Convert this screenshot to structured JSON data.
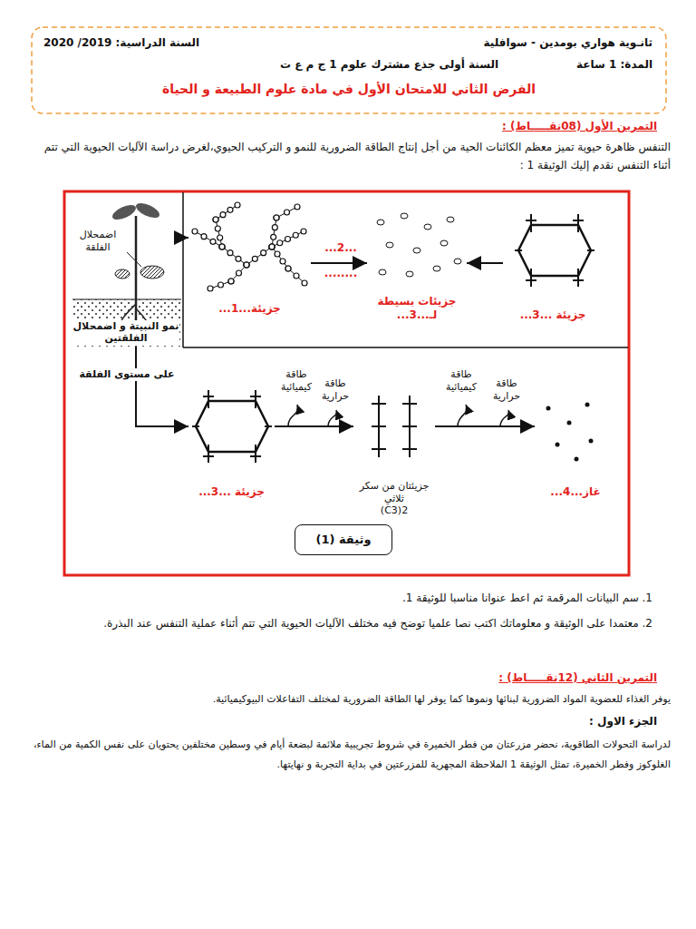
{
  "diagram": {
    "title": "الفرض الثاني للامتحان الأول في مادة علوم الطبيعة و الحياة",
    "nodes": [
      {
        "text": [
          "اضمحلال الفلقة",
          "نمو النبيتة و اضمحلال الفلقتين"
        ]
      },
      {
        "text": [
          "جزيئة...1..."
        ]
      },
      {
        "text": [
          "جزيئات بسيطة لـ...3..."
        ]
      },
      {
        "text": [
          "جزيئة ...3..."
        ]
      },
      {
        "text": [
          "جزيئة ...3..."
        ]
      },
      {
        "text": [
          "جزيئتان من سكر ثلاثي",
          "2(C3)"
        ]
      },
      {
        "text": [
          "غاز...4..."
        ]
      },
      {
        "text": [
          "وثيقة (1)"
        ]
      }
    ],
    "edges": [
      {
        "from": 0,
        "to": 1,
        "arrow": "to"
      },
      {
        "from": 1,
        "to": 2,
        "label": "...2...",
        "arrow": "to"
      },
      {
        "from": 3,
        "to": 2,
        "arrow": "to"
      },
      {
        "from": 0,
        "to": 4,
        "label": "على مستوى الفلقة",
        "arrow": "to"
      },
      {
        "from": 4,
        "to": 5,
        "arrow": "to"
      },
      {
        "from": 5,
        "to": 6,
        "arrow": "to"
      }
    ],
    "labels": [
      "ثانـوية هواري بومدين - سوافلية",
      "السنة الدراسية: 2019/ 2020",
      "المدة: 1 ساعة",
      "السنة أولى جذع مشترك علوم 1 ج م ع ت",
      "التمرين الأول (08نقـــــاط) :",
      "التنفس ظاهرة حيوية تميز معظم الكائنات الحية من أجل إنتاج الطاقة الضرورية للنمو و التركيب الحيوي،لغرض دراسة الآليات الحيوية التي تتم أثناء التنفس نقدم إليك الوثيقة 1 :",
      "........",
      "طاقة كيميائية",
      "طاقة حرارية",
      "طاقة كيميائية",
      "طاقة حرارية",
      "1. سم البيانات المرقمة ثم اعط عنوانا مناسبا للوثيقة 1.",
      "2. معتمدا على الوثيقة و معلوماتك اكتب نصا علميا توضح فيه مختلف الآليات الحيوية التي تتم أثناء عملية التنفس عند البذرة.",
      "التمرين الثاني (12نقـــــاط) :",
      "يوفر الغذاء للعضوية المواد الضرورية لبنائها ونموها كما يوفر لها الطاقة الضرورية لمختلف التفاعلات البيوكيميائية.",
      "الجزء الاول :",
      "لدراسة التحولات الطاقوية، نحضر مزرعتان من فطر الخميرة في شروط تجريبية ملائمة لبضعة أيام في وسطين مختلفين يحتويان على نفس الكمية من الماء، الغلوكوز وفطر الخميرة، تمثل الوثيقة 1 الملاحظة المجهرية للمزرعتين في بداية التجربة و نهايتها."
    ]
  }
}
